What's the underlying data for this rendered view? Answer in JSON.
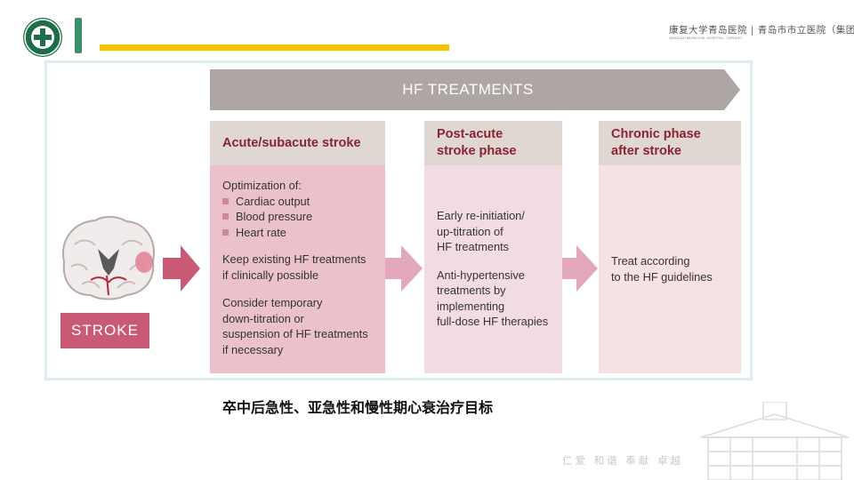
{
  "header": {
    "hospital_name": "康复大学青岛医院 | 青岛市市立医院（集团）",
    "hospital_name_en": "QINGDAO MUNICIPAL HOSPITAL（GROUP）"
  },
  "banner": {
    "title": "HF TREATMENTS"
  },
  "stroke": {
    "label": "STROKE"
  },
  "columns": [
    {
      "heading": [
        "Acute/subacute stroke"
      ],
      "intro": "Optimization of:",
      "bullets": [
        "Cardiac output",
        "Blood pressure",
        "Heart rate"
      ],
      "paragraphs": [
        [
          "Keep existing HF treatments",
          "if clinically possible"
        ],
        [
          "Consider temporary",
          "down-titration or",
          "suspension of HF treatments",
          "if necessary"
        ]
      ]
    },
    {
      "heading": [
        "Post-acute",
        "stroke phase"
      ],
      "paragraphs": [
        [
          "Early re-initiation/",
          "up-titration of",
          "HF treatments"
        ],
        [
          "Anti-hypertensive",
          "treatments by",
          "implementing",
          "full-dose HF therapies"
        ]
      ]
    },
    {
      "heading": [
        "Chronic phase",
        "after stroke"
      ],
      "paragraphs": [
        [
          "Treat according",
          "to the HF guidelines"
        ]
      ]
    }
  ],
  "caption": "卒中后急性、亚急性和慢性期心衰治疗目标",
  "footer": {
    "motto": "仁爱 和谐 奉献 卓越"
  },
  "colors": {
    "banner": "#aea6a4",
    "heading_text": "#8a2432",
    "arrow": "#e2a7b8",
    "stroke_arrow": "#c95a75",
    "gold_line": "#f5c200",
    "green": "#3c8f6b"
  }
}
